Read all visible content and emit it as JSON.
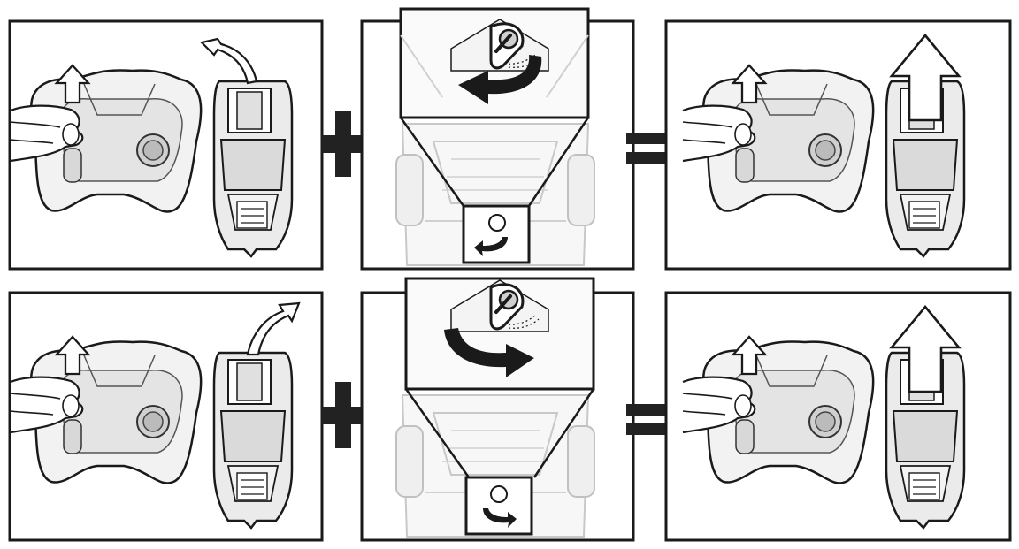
{
  "rows": [
    {
      "id": "row-1",
      "steering_direction": "left",
      "trim_rotation": "counterclockwise",
      "result": "straight"
    },
    {
      "id": "row-2",
      "steering_direction": "right",
      "trim_rotation": "clockwise",
      "result": "straight"
    }
  ],
  "operators": [
    "plus",
    "equals"
  ],
  "colors": {
    "stroke": "#1a1a1a",
    "ghost": "#bdbdbd",
    "fill": "#e6e6e6",
    "fill_dark": "#cfcfcf",
    "arrow": "#222222"
  }
}
